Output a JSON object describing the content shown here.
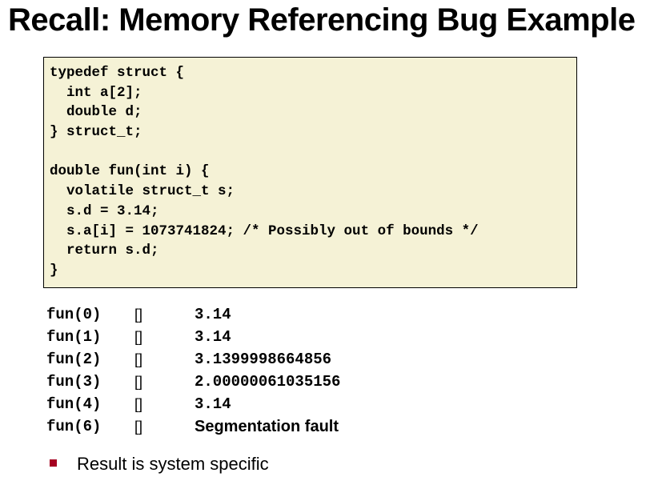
{
  "slide": {
    "title": "Recall: Memory Referencing Bug Example"
  },
  "code": {
    "lines": [
      "typedef struct {",
      "  int a[2];",
      "  double d;",
      "} struct_t;",
      "",
      "double fun(int i) {",
      "  volatile struct_t s;",
      "  s.d = 3.14;",
      "  s.a[i] = 1073741824; /* Possibly out of bounds */",
      "  return s.d;",
      "}"
    ]
  },
  "results": [
    {
      "call": "fun(0)",
      "arrow": "[]",
      "value": "3.14"
    },
    {
      "call": "fun(1)",
      "arrow": "[]",
      "value": "3.14"
    },
    {
      "call": "fun(2)",
      "arrow": "[]",
      "value": "3.1399998664856"
    },
    {
      "call": "fun(3)",
      "arrow": "[]",
      "value": "2.00000061035156"
    },
    {
      "call": "fun(4)",
      "arrow": "[]",
      "value": "3.14"
    },
    {
      "call": "fun(6)",
      "arrow": "[]",
      "value": "Segmentation fault"
    }
  ],
  "bullets": [
    {
      "text": "Result is system specific"
    }
  ],
  "colors": {
    "code_background": "#f5f2d6",
    "bullet_marker": "#a50021"
  }
}
